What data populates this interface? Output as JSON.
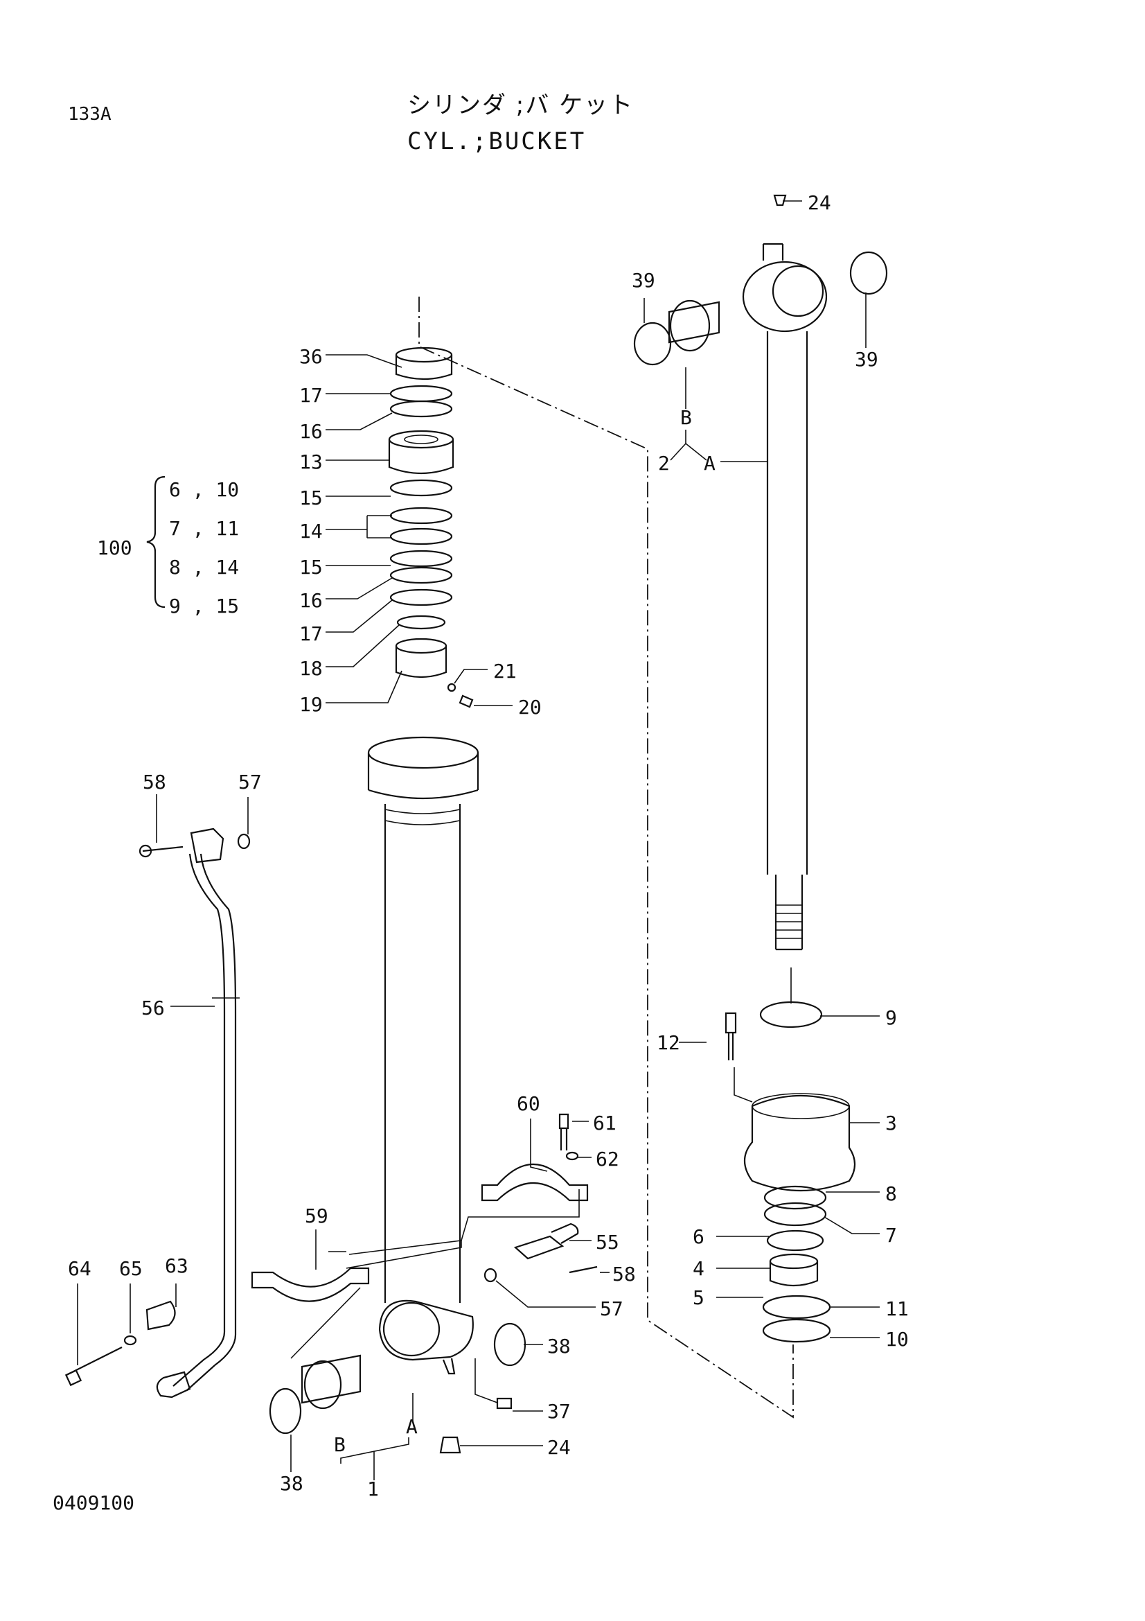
{
  "header": {
    "page_code": "133A",
    "title_jp": "シリンダ ;バ ケット",
    "title_en": "CYL.;BUCKET"
  },
  "footer": {
    "document_number": "0409100"
  },
  "kit": {
    "number": "100",
    "rows": [
      "6 , 10",
      "7 , 11",
      "8 , 14",
      "9 , 15"
    ]
  },
  "callouts": {
    "c36": "36",
    "c17a": "17",
    "c16a": "16",
    "c13": "13",
    "c15a": "15",
    "c14": "14",
    "c15b": "15",
    "c16b": "16",
    "c17b": "17",
    "c18": "18",
    "c19": "19",
    "c21": "21",
    "c20": "20",
    "c24top": "24",
    "c39l": "39",
    "c39r": "39",
    "cBtop": "B",
    "c2": "2",
    "cAtop": "A",
    "c58a": "58",
    "c57a": "57",
    "c56": "56",
    "c60": "60",
    "c61": "61",
    "c62": "62",
    "c59": "59",
    "c55": "55",
    "c58b": "58",
    "c57b": "57",
    "c64": "64",
    "c65": "65",
    "c63": "63",
    "c38r": "38",
    "c37": "37",
    "c24bot": "24",
    "c38l": "38",
    "cAbot": "A",
    "cBbot": "B",
    "c1": "1",
    "c9": "9",
    "c12": "12",
    "c3": "3",
    "c8": "8",
    "c7": "7",
    "c6": "6",
    "c4": "4",
    "c5": "5",
    "c11": "11",
    "c10": "10"
  }
}
